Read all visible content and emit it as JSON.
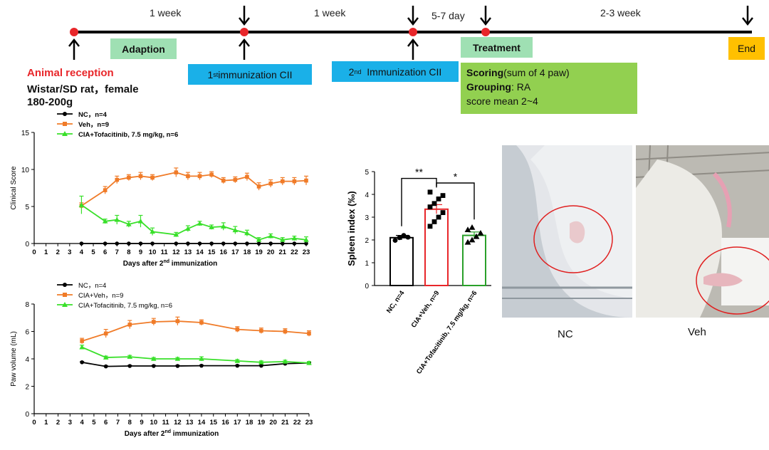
{
  "timeline": {
    "intervals": [
      "1 week",
      "1 week",
      "5-7 day",
      "2-3 week"
    ],
    "adaption": "Adaption",
    "immunization1_sup": "st",
    "immunization1_pre": "1",
    "immunization1_post": " immunization CII",
    "immunization2_pre": "2",
    "immunization2_sup": "nd",
    "immunization2_post": "  Immunization CII",
    "treatment": "Treatment",
    "end": "End",
    "animal_reception": "Animal reception",
    "animal_line1": "Wistar/SD rat，female",
    "animal_line2": "180-200g",
    "scoring_bold": "Scoring",
    "scoring_rest": "(sum of 4 paw)",
    "grouping_bold": "Grouping",
    "grouping_rest": ": RA",
    "score_mean": "score mean 2~4",
    "colors": {
      "red": "#e8262a",
      "green_box": "#9fe0b3",
      "blue_box": "#1ab0e8",
      "lime_box": "#92d050",
      "end_box": "#ffc000"
    }
  },
  "chart_data": [
    {
      "type": "line",
      "id": "clinical",
      "ylabel": "Clinical Score",
      "xlabel_pre": "Days after 2",
      "xlabel_sup": "nd",
      "xlabel_post": " immunization",
      "xlim": [
        0,
        23
      ],
      "ylim": [
        0,
        15
      ],
      "yticks": [
        0,
        5,
        10,
        15
      ],
      "xticks": [
        0,
        1,
        2,
        3,
        4,
        5,
        6,
        7,
        8,
        9,
        10,
        11,
        12,
        13,
        14,
        15,
        16,
        17,
        18,
        19,
        20,
        21,
        22,
        23
      ],
      "legend_position": "top-left",
      "series": [
        {
          "name": "NC，n=4",
          "color": "#000000",
          "marker": "circle",
          "x": [
            4,
            6,
            7,
            8,
            9,
            10,
            12,
            13,
            14,
            15,
            16,
            17,
            18,
            19,
            20,
            21,
            22,
            23
          ],
          "values": [
            0,
            0,
            0,
            0,
            0,
            0,
            0,
            0,
            0,
            0,
            0,
            0,
            0,
            0,
            0,
            0,
            0,
            0
          ],
          "err": [
            0,
            0,
            0,
            0,
            0,
            0,
            0,
            0,
            0,
            0,
            0,
            0,
            0,
            0,
            0,
            0,
            0,
            0
          ]
        },
        {
          "name": "Veh，n=9",
          "color": "#f07b28",
          "marker": "square",
          "x": [
            4,
            6,
            7,
            8,
            9,
            10,
            12,
            13,
            14,
            15,
            16,
            17,
            18,
            19,
            20,
            21,
            22,
            23
          ],
          "values": [
            5.1,
            7.2,
            8.6,
            8.9,
            9.1,
            8.9,
            9.6,
            9.1,
            9.1,
            9.3,
            8.5,
            8.6,
            9.0,
            7.7,
            8.1,
            8.4,
            8.4,
            8.5
          ],
          "err": [
            0.4,
            0.5,
            0.5,
            0.4,
            0.5,
            0.4,
            0.6,
            0.5,
            0.5,
            0.4,
            0.4,
            0.4,
            0.5,
            0.5,
            0.5,
            0.5,
            0.5,
            0.6
          ]
        },
        {
          "name": "CIA+Tofacitinib, 7.5 mg/kg, n=6",
          "color": "#39e02a",
          "marker": "triangle",
          "x": [
            4,
            6,
            7,
            8,
            9,
            10,
            12,
            13,
            14,
            15,
            16,
            17,
            18,
            19,
            20,
            21,
            22,
            23
          ],
          "values": [
            5.2,
            3.0,
            3.2,
            2.6,
            3.0,
            1.6,
            1.2,
            2.0,
            2.7,
            2.2,
            2.3,
            1.8,
            1.4,
            0.5,
            1.0,
            0.5,
            0.7,
            0.5
          ],
          "err": [
            1.2,
            0.3,
            0.6,
            0.4,
            0.8,
            0.5,
            0.3,
            0.4,
            0.3,
            0.3,
            0.5,
            0.5,
            0.4,
            0.3,
            0.3,
            0.3,
            0.3,
            0.4
          ]
        }
      ]
    },
    {
      "type": "line",
      "id": "paw",
      "ylabel": "Paw volume (mL)",
      "xlabel_pre": "Days after 2",
      "xlabel_sup": "nd",
      "xlabel_post": " immunization",
      "xlim": [
        0,
        23
      ],
      "ylim": [
        0,
        8
      ],
      "yticks": [
        0,
        2,
        4,
        6,
        8
      ],
      "xticks": [
        0,
        1,
        2,
        3,
        4,
        5,
        6,
        7,
        8,
        9,
        10,
        11,
        12,
        13,
        14,
        15,
        16,
        17,
        18,
        19,
        20,
        21,
        22,
        23
      ],
      "legend_position": "top-left",
      "series": [
        {
          "name": "NC，n=4",
          "color": "#000000",
          "marker": "circle",
          "x": [
            4,
            6,
            8,
            10,
            12,
            14,
            17,
            19,
            21,
            23
          ],
          "values": [
            3.75,
            3.45,
            3.48,
            3.48,
            3.48,
            3.5,
            3.5,
            3.5,
            3.65,
            3.7
          ],
          "err": [
            0.05,
            0.05,
            0.05,
            0.05,
            0.05,
            0.05,
            0.05,
            0.05,
            0.05,
            0.05
          ]
        },
        {
          "name": "CIA+Veh，n=9",
          "color": "#f07b28",
          "marker": "square",
          "x": [
            4,
            6,
            8,
            10,
            12,
            14,
            17,
            19,
            21,
            23
          ],
          "values": [
            5.3,
            5.85,
            6.5,
            6.7,
            6.75,
            6.65,
            6.15,
            6.05,
            6.0,
            5.85
          ],
          "err": [
            0.2,
            0.3,
            0.3,
            0.25,
            0.3,
            0.2,
            0.2,
            0.2,
            0.2,
            0.2
          ]
        },
        {
          "name": "CIA+Tofacitinib, 7.5 mg/kg, n=6",
          "color": "#39e02a",
          "marker": "triangle",
          "x": [
            4,
            6,
            8,
            10,
            12,
            14,
            17,
            19,
            21,
            23
          ],
          "values": [
            4.85,
            4.1,
            4.15,
            4.0,
            4.0,
            4.0,
            3.85,
            3.75,
            3.8,
            3.7
          ],
          "err": [
            0.15,
            0.1,
            0.1,
            0.1,
            0.1,
            0.15,
            0.1,
            0.1,
            0.1,
            0.1
          ]
        }
      ]
    },
    {
      "type": "bar",
      "id": "spleen",
      "ylabel": "Spleen index (‰)",
      "categories": [
        "NC, n=4",
        "CIA+Veh, n=9",
        "CIA+Tofacitinib, 7.5 mg/kg, n=6"
      ],
      "values": [
        2.1,
        3.35,
        2.2
      ],
      "err": [
        0.1,
        0.2,
        0.15
      ],
      "colors": [
        "#000000",
        "#e8262a",
        "#2aa02a"
      ],
      "ylim": [
        0,
        5
      ],
      "yticks": [
        0,
        1,
        2,
        3,
        4,
        5
      ],
      "points": [
        [
          1.98,
          2.1,
          2.2,
          2.12
        ],
        [
          2.6,
          2.8,
          3.0,
          3.2,
          3.45,
          3.6,
          3.8,
          3.95,
          4.1
        ],
        [
          1.9,
          2.0,
          2.15,
          2.3,
          2.45,
          2.55
        ]
      ],
      "point_markers": [
        "circle",
        "square",
        "triangle"
      ],
      "significance": [
        "**",
        "*"
      ]
    }
  ],
  "photos": {
    "left_caption": "NC",
    "right_caption": "Veh"
  }
}
